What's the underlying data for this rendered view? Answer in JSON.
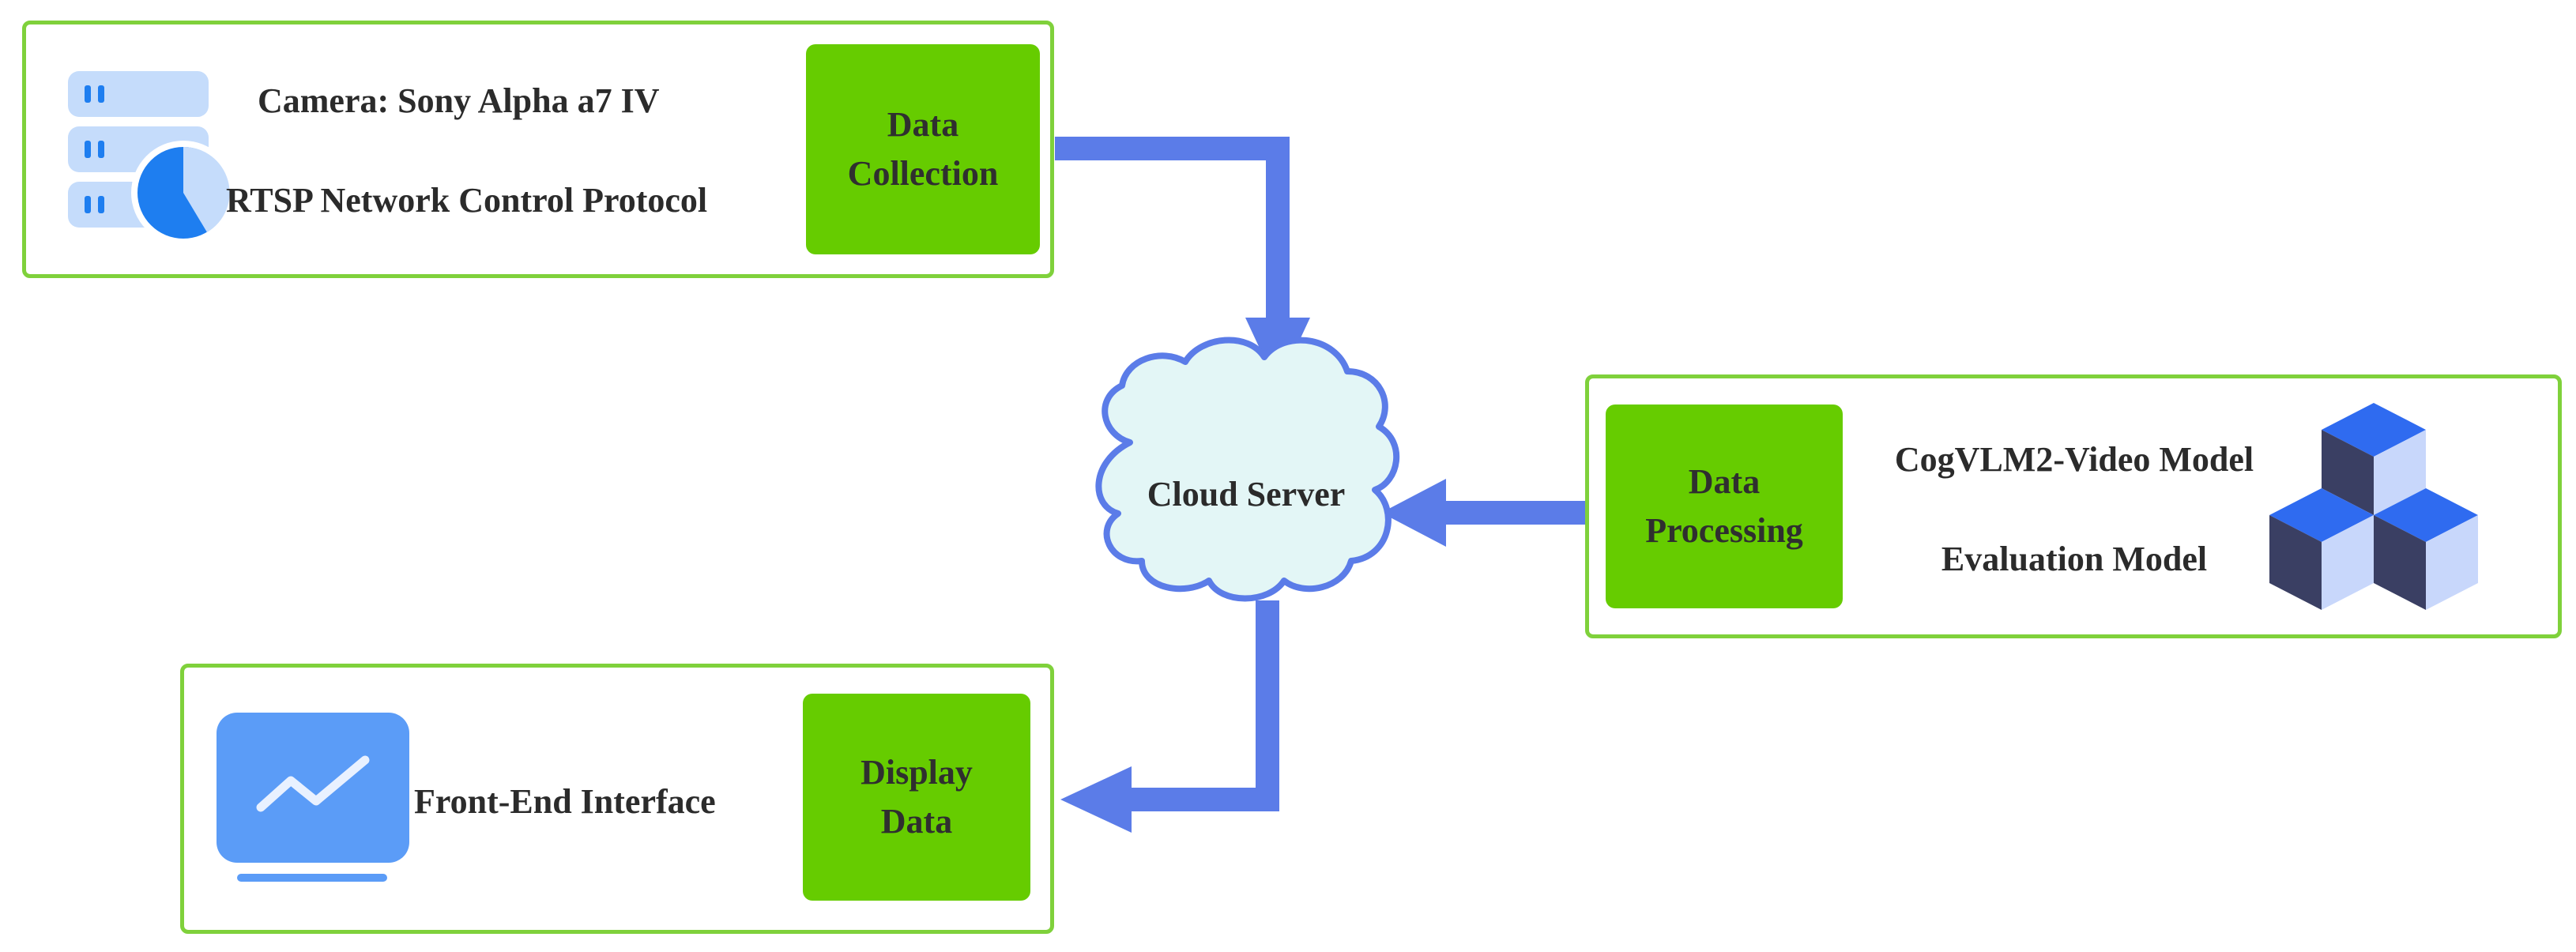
{
  "collection": {
    "camera_label": "Camera: Sony Alpha a7 IV",
    "protocol_label": "RTSP Network Control Protocol",
    "box_line1": "Data",
    "box_line2": "Collection"
  },
  "cloud": {
    "label": "Cloud Server"
  },
  "processing": {
    "box_line1": "Data",
    "box_line2": "Processing",
    "model_label": "CogVLM2-Video Model",
    "evaluation_label": "Evaluation Model"
  },
  "display": {
    "interface_label": "Front-End Interface",
    "box_line1": "Display",
    "box_line2": "Data"
  },
  "colors": {
    "panel_border": "#7fd13b",
    "green_box": "#66cc00",
    "arrow": "#5b7ce8",
    "cloud_fill": "#e3f6f6",
    "cloud_stroke": "#5b7ce8"
  }
}
